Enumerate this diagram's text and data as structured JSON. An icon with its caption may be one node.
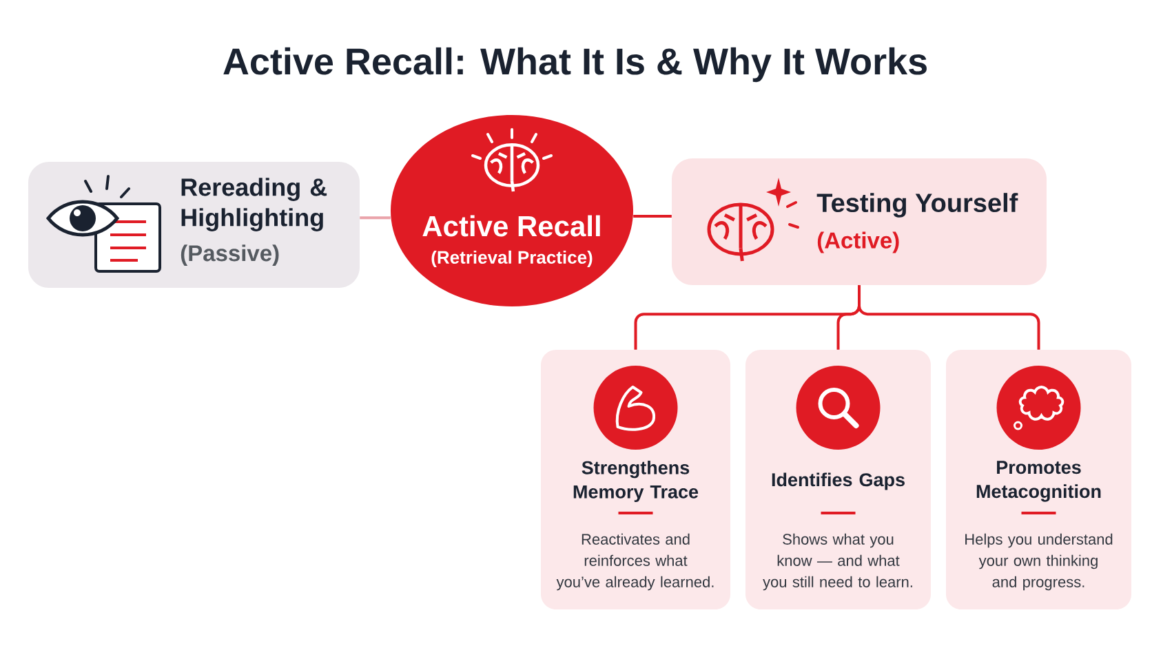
{
  "diagram": {
    "title": "Active Recall: What It Is & Why It Works",
    "nodes": [
      {
        "text": [
          "Rereading & Highlighting",
          "(Passive)"
        ]
      },
      {
        "text": [
          "Active Recall",
          "(Retrieval Practice)"
        ]
      },
      {
        "text": [
          "Testing Yourself",
          "(Active)"
        ]
      },
      {
        "text": [
          "Strengthens Memory Trace",
          "Reactivates and reinforces what you’ve already learned."
        ]
      },
      {
        "text": [
          "Identifies Gaps",
          "Shows what you know — and what you still need to learn."
        ]
      },
      {
        "text": [
          "Promotes Metacognition",
          "Helps you understand your own thinking and progress."
        ]
      }
    ],
    "edges": [
      {
        "from": 0,
        "to": 1,
        "arrow": "none",
        "color": "#eaa3aa"
      },
      {
        "from": 1,
        "to": 2,
        "arrow": "none"
      },
      {
        "from": 2,
        "to": 3,
        "arrow": "none"
      },
      {
        "from": 2,
        "to": 4,
        "arrow": "none"
      },
      {
        "from": 2,
        "to": 5,
        "arrow": "none"
      }
    ]
  }
}
